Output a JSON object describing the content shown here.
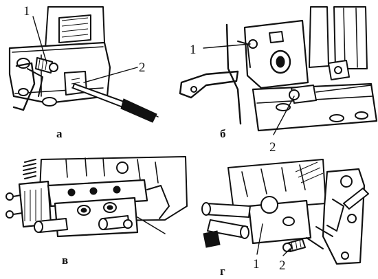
{
  "panels": [
    {
      "id": "a",
      "caption": "а",
      "callouts": [
        "1",
        "2"
      ]
    },
    {
      "id": "b",
      "caption": "б",
      "callouts": [
        "1",
        "2"
      ]
    },
    {
      "id": "v",
      "caption": "в",
      "callouts": []
    },
    {
      "id": "g",
      "caption": "г",
      "callouts": [
        "1",
        "2"
      ]
    }
  ]
}
